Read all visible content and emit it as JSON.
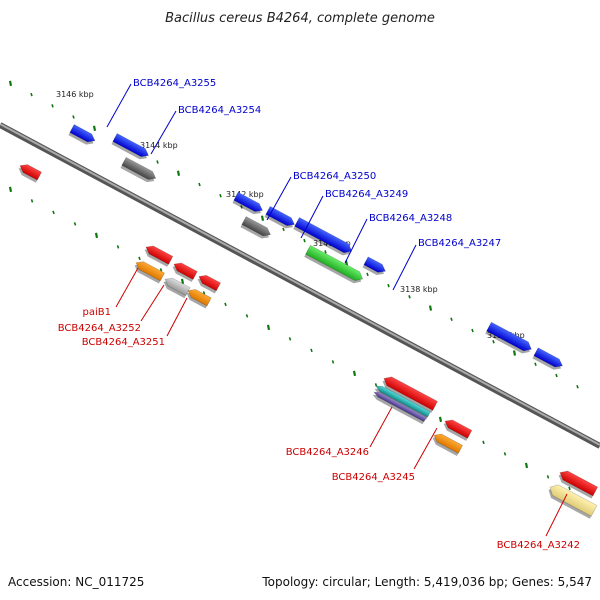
{
  "title": "Bacillus cereus B4264, complete genome",
  "footer": {
    "accession": "Accession: NC_011725",
    "topology": "Topology: circular; Length: 5,419,036 bp; Genes: 5,547"
  },
  "scale_labels": [
    "3146 kbp",
    "3144 kbp",
    "3142 kbp",
    "3140 kbp",
    "3138 kbp",
    "3136 kbp"
  ],
  "forward_genes": [
    {
      "label": "BCB4264_A3255",
      "color": "#0000cc"
    },
    {
      "label": "BCB4264_A3254",
      "color": "#0000cc"
    },
    {
      "label": "BCB4264_A3250",
      "color": "#0000cc"
    },
    {
      "label": "BCB4264_A3249",
      "color": "#0000cc"
    },
    {
      "label": "BCB4264_A3248",
      "color": "#0000cc"
    },
    {
      "label": "BCB4264_A3247",
      "color": "#0000cc"
    }
  ],
  "reverse_genes": [
    {
      "label": "paiB1",
      "color": "#cc0000"
    },
    {
      "label": "BCB4264_A3252",
      "color": "#cc0000"
    },
    {
      "label": "BCB4264_A3251",
      "color": "#cc0000"
    },
    {
      "label": "BCB4264_A3246",
      "color": "#cc0000"
    },
    {
      "label": "BCB4264_A3245",
      "color": "#cc0000"
    },
    {
      "label": "BCB4264_A3242",
      "color": "#cc0000"
    }
  ],
  "colors": {
    "backbone": "#777777",
    "tick": "#117711",
    "blue": "#0022ee",
    "red": "#ee0000",
    "gray": "#666666",
    "green": "#33cc33",
    "orange": "#ff8800",
    "cyan": "#22bbbb",
    "purple": "#6655aa",
    "yellow": "#eedd88"
  }
}
